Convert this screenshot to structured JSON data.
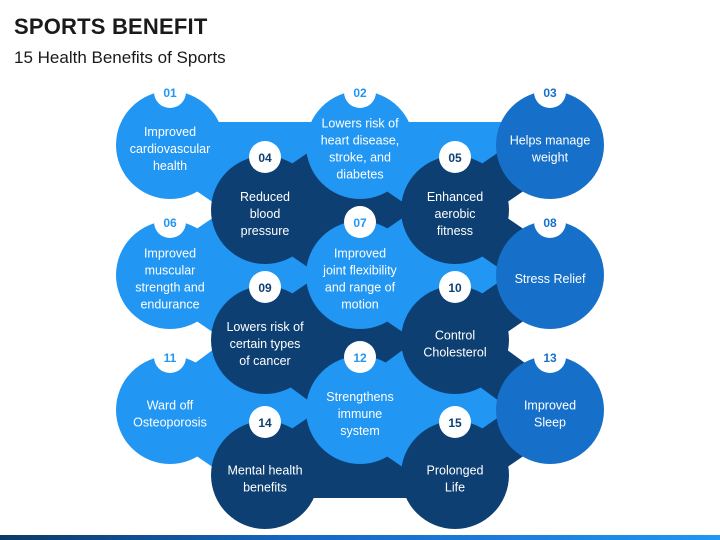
{
  "title": "SPORTS BENEFIT",
  "subtitle": "15 Health Benefits of Sports",
  "colors": {
    "light": "#2196F3",
    "mid": "#1670C9",
    "dark": "#0D3F73",
    "badge": "#ffffff"
  },
  "benefits": [
    {
      "num": "01",
      "lines": [
        "Improved",
        "cardiovascular",
        "health"
      ],
      "shade": "light"
    },
    {
      "num": "02",
      "lines": [
        "Lowers risk of",
        "heart disease,",
        "stroke, and",
        "diabetes"
      ],
      "shade": "light"
    },
    {
      "num": "03",
      "lines": [
        "Helps manage",
        "weight"
      ],
      "shade": "mid"
    },
    {
      "num": "04",
      "lines": [
        "Reduced",
        "blood",
        "pressure"
      ],
      "shade": "dark"
    },
    {
      "num": "05",
      "lines": [
        "Enhanced",
        "aerobic",
        "fitness"
      ],
      "shade": "dark"
    },
    {
      "num": "06",
      "lines": [
        "Improved",
        "muscular",
        "strength and",
        "endurance"
      ],
      "shade": "light"
    },
    {
      "num": "07",
      "lines": [
        "Improved",
        "joint flexibility",
        "and range of",
        "motion"
      ],
      "shade": "light"
    },
    {
      "num": "08",
      "lines": [
        "Stress Relief"
      ],
      "shade": "mid"
    },
    {
      "num": "09",
      "lines": [
        "Lowers risk of",
        "certain types",
        "of cancer"
      ],
      "shade": "dark"
    },
    {
      "num": "10",
      "lines": [
        "Control",
        "Cholesterol"
      ],
      "shade": "dark"
    },
    {
      "num": "11",
      "lines": [
        "Ward off",
        "Osteoporosis"
      ],
      "shade": "light"
    },
    {
      "num": "12",
      "lines": [
        "Strengthens",
        "immune",
        "system"
      ],
      "shade": "light"
    },
    {
      "num": "13",
      "lines": [
        "Improved",
        "Sleep"
      ],
      "shade": "mid"
    },
    {
      "num": "14",
      "lines": [
        "Mental health",
        "benefits"
      ],
      "shade": "dark"
    },
    {
      "num": "15",
      "lines": [
        "Prolonged",
        "Life"
      ],
      "shade": "dark"
    }
  ]
}
